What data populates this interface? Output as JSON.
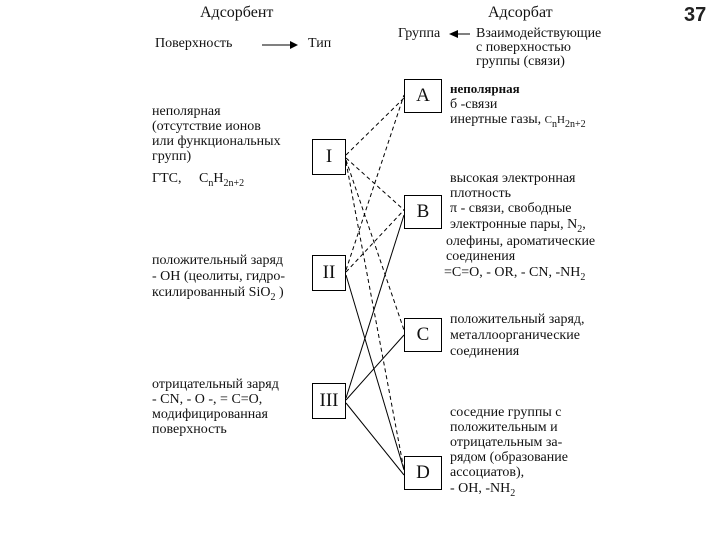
{
  "page_number": "37",
  "headers": {
    "adsorbent": "Адсорбент",
    "adsorbate": "Адсорбат",
    "surface": "Поверхность",
    "type": "Тип",
    "group": "Группа",
    "interaction": [
      "Взаимодействующие",
      "с поверхностью",
      "группы (связи)"
    ]
  },
  "types": [
    {
      "roman": "I"
    },
    {
      "roman": "II"
    },
    {
      "roman": "III"
    }
  ],
  "adsorbent_descriptions": {
    "I": [
      "неполярная",
      "(отсутствие ионов",
      "или функциональных",
      "групп)"
    ],
    "I_formula": {
      "prefix": "ГТС,",
      "c": "C",
      "n": "n",
      "h": "H",
      "sub": "2n+2"
    },
    "II": [
      "положительный заряд",
      "- ОН (цеолиты, гидро-"
    ],
    "II_last": {
      "text": "ксилированный SiO",
      "sub": "2",
      "tail": " )"
    },
    "III": [
      "отрицательный заряд",
      "- CN, - O -, = C=O,",
      "модифицированная",
      "поверхность"
    ]
  },
  "groups": [
    {
      "letter": "A"
    },
    {
      "letter": "B"
    },
    {
      "letter": "C"
    },
    {
      "letter": "D"
    }
  ],
  "adsorbate_descriptions": {
    "A": [
      "неполярная",
      "б -связи"
    ],
    "A_last": {
      "text": "инертные газы, ",
      "c": "C",
      "n": "n",
      "h": "H",
      "sub": "2n+2"
    },
    "B": [
      "высокая электронная",
      "плотность",
      "π - связи, свободные"
    ],
    "B_n2": {
      "text": "электронные пары, N",
      "sub": "2",
      "tail": ","
    },
    "B_more": [
      "олефины, ароматические",
      "соединения"
    ],
    "B_last": {
      "text": "=C=O, - OR, - CN, -NH",
      "sub": "2"
    },
    "C": [
      "положительный заряд,",
      "металлоорганические",
      "соединения"
    ],
    "D": [
      "соседние группы с",
      "положительным и",
      "отрицательным за-",
      "рядом (образование",
      "ассоциатов),"
    ],
    "D_last": {
      "text": "- OH, -NH",
      "sub": "2"
    }
  }
}
